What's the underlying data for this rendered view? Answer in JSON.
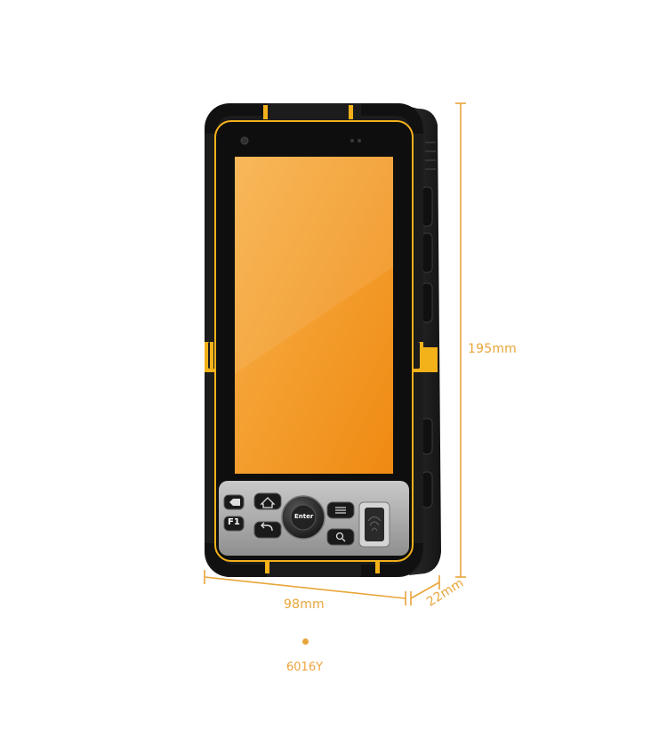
{
  "product": {
    "dimensions": {
      "height_label": "195mm",
      "width_label": "98mm",
      "depth_label": "22mm"
    },
    "keypad": {
      "enter_label": "Enter",
      "f1_label": "F1"
    },
    "variant": {
      "label": "6016Y",
      "color": "#e8a53a",
      "selected": true
    }
  },
  "colors": {
    "accent": "#e8a53a",
    "body": "#1c1c1c",
    "screen_top": "#f7aa3c",
    "screen_bottom": "#f08a14",
    "bumper": "#f3b11a"
  }
}
